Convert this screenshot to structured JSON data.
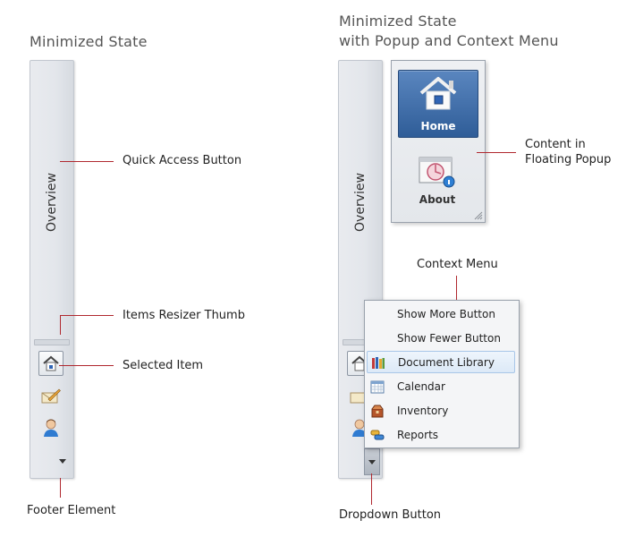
{
  "left": {
    "heading": "Minimized State",
    "bar_label": "Overview",
    "callouts": {
      "quick_access": "Quick Access Button",
      "resizer": "Items Resizer Thumb",
      "selected": "Selected Item",
      "footer": "Footer Element"
    },
    "icons": [
      "home-icon",
      "mail-icon",
      "contact-icon"
    ]
  },
  "right": {
    "heading_line1": "Minimized State",
    "heading_line2": "with Popup and Context Menu",
    "bar_label": "Overview",
    "popup": {
      "home_label": "Home",
      "about_label": "About"
    },
    "callouts": {
      "popup_line1": "Content in",
      "popup_line2": "Floating Popup",
      "context_menu": "Context Menu",
      "dropdown": "Dropdown Button"
    },
    "menu": [
      {
        "label": "Show More Button",
        "icon": ""
      },
      {
        "label": "Show Fewer Button",
        "icon": ""
      },
      {
        "label": "Document Library",
        "icon": "library-icon"
      },
      {
        "label": "Calendar",
        "icon": "calendar-icon"
      },
      {
        "label": "Inventory",
        "icon": "inventory-icon"
      },
      {
        "label": "Reports",
        "icon": "reports-icon"
      }
    ]
  },
  "colors": {
    "leader": "#b0282f",
    "home_button": "#3a68a6",
    "menu_hover": "#dce9f7"
  }
}
